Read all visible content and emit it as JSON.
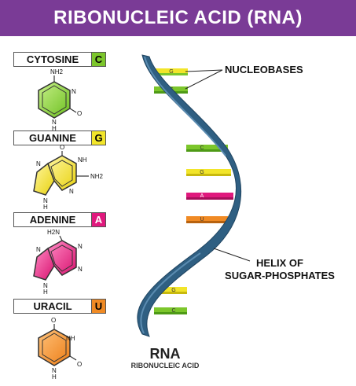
{
  "title": "RIBONUCLEIC ACID (RNA)",
  "bases": [
    {
      "name": "CYTOSINE",
      "letter": "C",
      "color": "#7cc62b"
    },
    {
      "name": "GUANINE",
      "letter": "G",
      "color": "#f2e52a"
    },
    {
      "name": "ADENINE",
      "letter": "A",
      "color": "#e0197d"
    },
    {
      "name": "URACIL",
      "letter": "U",
      "color": "#f08a24"
    }
  ],
  "molecule_labels": {
    "cytosine": [
      "NH2",
      "N",
      "O",
      "N",
      "H"
    ],
    "guanine": [
      "O",
      "NH",
      "NH2",
      "N",
      "N",
      "N",
      "H"
    ],
    "adenine": [
      "H2N",
      "N",
      "N",
      "N",
      "N",
      "H"
    ],
    "uracil": [
      "O",
      "NH",
      "O",
      "N",
      "H"
    ]
  },
  "rungs": [
    "G",
    "C",
    "C",
    "G",
    "A",
    "U",
    "G",
    "C"
  ],
  "annotations": {
    "nucleobases": "NUCLEOBASES",
    "helix_line1": "HELIX OF",
    "helix_line2": "SUGAR-PHOSPHATES"
  },
  "footer": {
    "rna": "RNA",
    "rna_sub": "RIBONUCLEIC ACID"
  },
  "colors": {
    "title_bg": "#7a3b96",
    "helix": "#2f5f82",
    "helix_light": "#5a8bb0"
  }
}
